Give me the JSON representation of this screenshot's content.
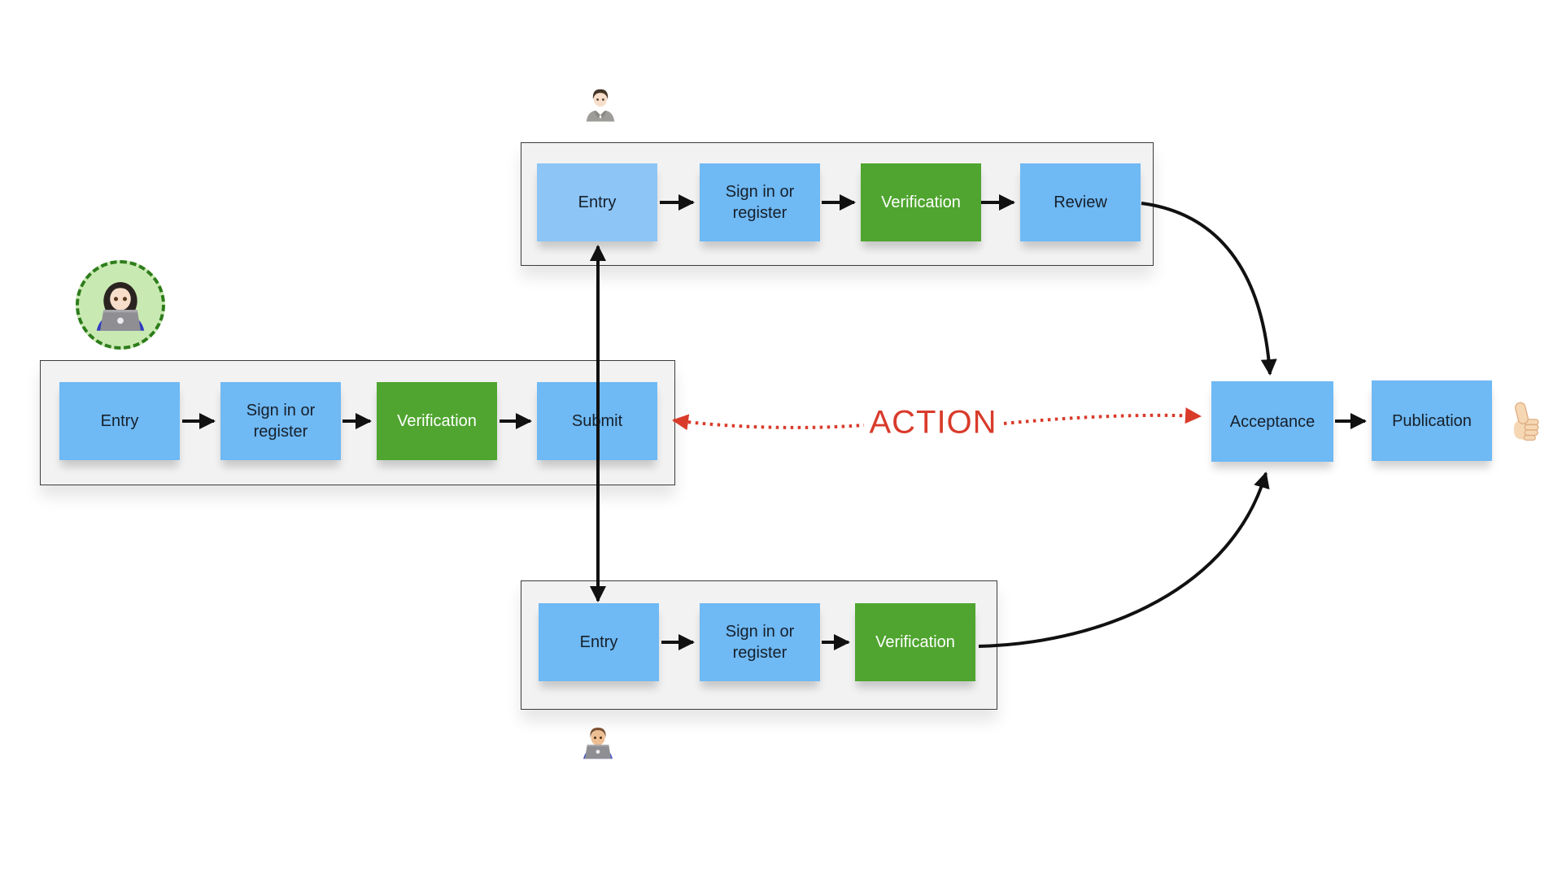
{
  "colors": {
    "node_blue": "#6FB9F4",
    "node_light_blue": "#8CC5F6",
    "node_green": "#4FA52F",
    "lane_bg": "#F2F2F2",
    "lane_border": "#3C3C3C",
    "arrow_black": "#111111",
    "action_red": "#D93B2B",
    "avatar_bg": "#C9E9B2",
    "avatar_border": "#2E7D1B"
  },
  "icons": {
    "top_actor": "office-worker-emoji",
    "middle_actor": "woman-technologist-emoji",
    "bottom_actor": "man-technologist-emoji",
    "outcome": "thumbs-up-emoji"
  },
  "lanes": {
    "top": {
      "steps": [
        {
          "label": "Entry",
          "variant": "light_blue"
        },
        {
          "label": "Sign in or register",
          "variant": "blue"
        },
        {
          "label": "Verification",
          "variant": "green"
        },
        {
          "label": "Review",
          "variant": "blue"
        }
      ]
    },
    "middle": {
      "steps": [
        {
          "label": "Entry",
          "variant": "blue"
        },
        {
          "label": "Sign in or register",
          "variant": "blue"
        },
        {
          "label": "Verification",
          "variant": "green"
        },
        {
          "label": "Submit",
          "variant": "blue"
        }
      ]
    },
    "bottom": {
      "steps": [
        {
          "label": "Entry",
          "variant": "blue"
        },
        {
          "label": "Sign in or register",
          "variant": "blue"
        },
        {
          "label": "Verification",
          "variant": "green"
        }
      ]
    }
  },
  "action": {
    "label": "ACTION"
  },
  "outcome": {
    "steps": [
      {
        "label": "Acceptance"
      },
      {
        "label": "Publication"
      }
    ]
  }
}
